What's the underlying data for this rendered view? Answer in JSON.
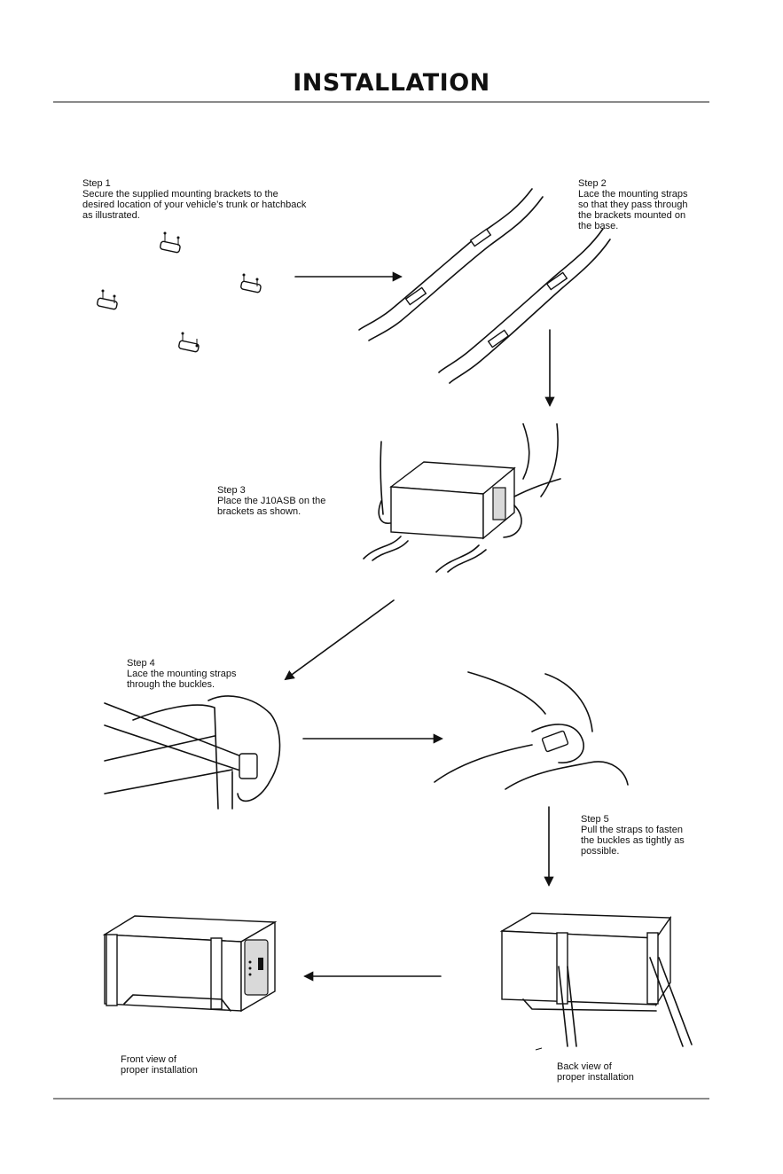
{
  "page": {
    "title": "INSTALLATION"
  },
  "steps": {
    "step1": {
      "heading": "Step 1",
      "lines": [
        "Secure the supplied mounting brackets to the",
        "desired location of your vehicle’s trunk or hatchback",
        "as illustrated."
      ]
    },
    "step2": {
      "heading": "Step 2",
      "lines": [
        "Lace the mounting straps",
        "so that they pass through",
        "the brackets mounted on",
        "the base."
      ]
    },
    "step3": {
      "heading": "Step 3",
      "lines": [
        "Place the J10ASB on the",
        "brackets as shown."
      ]
    },
    "step4": {
      "heading": "Step 4",
      "lines": [
        "Lace the mounting straps",
        "through the buckles."
      ]
    },
    "step5": {
      "heading": "Step 5",
      "lines": [
        "Pull the straps to fasten",
        "the buckles as tightly as",
        "possible."
      ]
    }
  },
  "captions": {
    "front": [
      "Front view of",
      "proper installation"
    ],
    "back": [
      "Back view of",
      "proper installation"
    ]
  }
}
